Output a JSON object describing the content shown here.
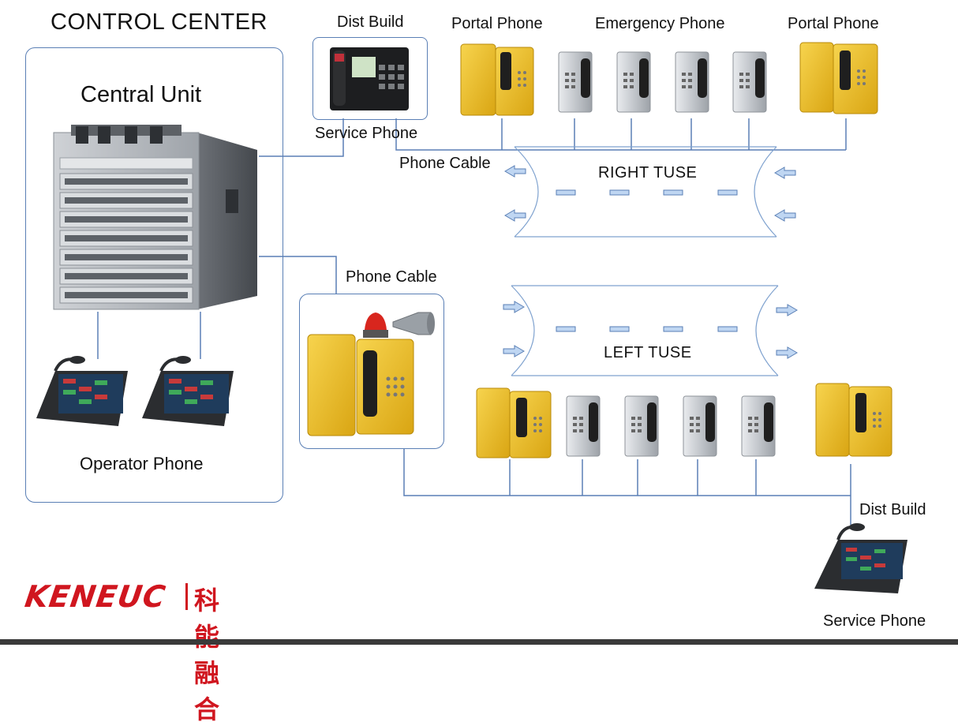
{
  "control_center": {
    "title": "CONTROL  CENTER",
    "central_unit_label": "Central Unit",
    "operator_phone_label": "Operator  Phone"
  },
  "top_section": {
    "dist_build_label": "Dist Build",
    "service_phone_label": "Service Phone",
    "portal_phone_left_label": "Portal Phone",
    "emergency_phone_label": "Emergency Phone",
    "portal_phone_right_label": "Portal Phone",
    "phone_cable_label": "Phone Cable",
    "tunnel_label": "RIGHT  TUSE"
  },
  "middle_section": {
    "phone_cable_label": "Phone Cable",
    "tunnel_label": "LEFT  TUSE"
  },
  "bottom_section": {
    "dist_build_label": "Dist Build",
    "service_phone_label": "Service Phone"
  },
  "logo": {
    "brand_en": "KENEUC",
    "brand_cn": "科能融合"
  },
  "colors": {
    "line": "#5a7fb5",
    "arrow_fill": "#bfd6f2",
    "phone_yellow": "#f2c12e",
    "brand_red": "#d0161f"
  }
}
